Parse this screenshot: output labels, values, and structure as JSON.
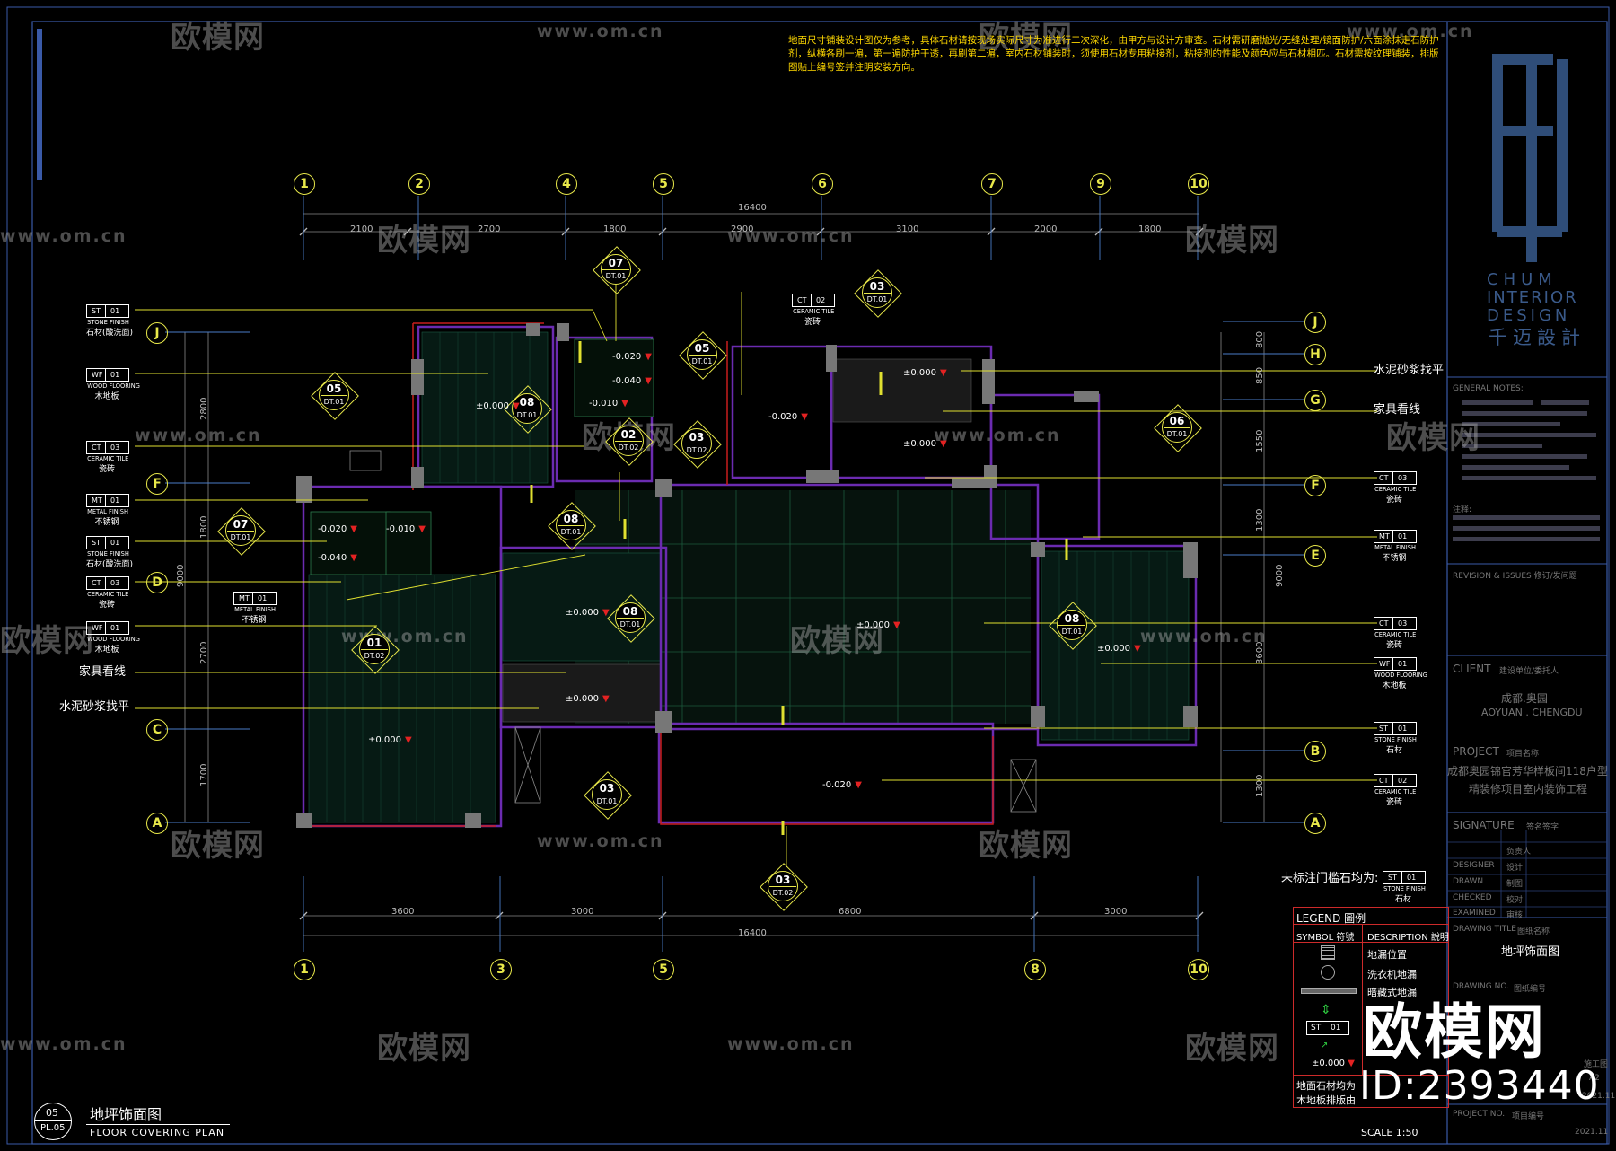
{
  "note": "地面尺寸铺装设计图仅为参考，具体石材请按现场实际尺寸为准进行二次深化，由甲方与设计方审查。石材需研磨抛光/无缝处理/镜面防护/六面涂抹走石防护剂，纵横各刷一遍，第一遍防护干透，再刷第二遍，室内石材铺装时，须使用石材专用粘接剂，粘接剂的性能及颜色应与石材相匹。石材需按纹理铺装，排版图贴上编号签并注明安装方向。",
  "watermark": {
    "logo": "欧模网",
    "url": "www.om.cn",
    "id": "ID:2393440"
  },
  "grid": {
    "top": [
      "1",
      "2",
      "4",
      "5",
      "6",
      "7",
      "9",
      "10"
    ],
    "bottom": [
      "1",
      "3",
      "5",
      "8",
      "10"
    ],
    "left": [
      "J",
      "F",
      "D",
      "C",
      "A"
    ],
    "right": [
      "J",
      "H",
      "G",
      "F",
      "E",
      "B",
      "A"
    ]
  },
  "dims": {
    "top_total": "16400",
    "top": [
      "2100",
      "2700",
      "1800",
      "2900",
      "3100",
      "2000",
      "1800"
    ],
    "bottom_total": "16400",
    "bottom": [
      "3600",
      "3000",
      "6800",
      "3000"
    ],
    "left": [
      "2800",
      "1800",
      "9000",
      "2700",
      "1700"
    ],
    "right": [
      "800",
      "850",
      "1550",
      "1300",
      "9000",
      "3600",
      "1300"
    ]
  },
  "left_tags": [
    {
      "code": "ST",
      "num": "01",
      "en": "STONE FINISH",
      "cn": "石材(酸洗面)"
    },
    {
      "code": "WF",
      "num": "01",
      "en": "WOOD FLOORING",
      "cn": "木地板"
    },
    {
      "code": "CT",
      "num": "03",
      "en": "CERAMIC TILE",
      "cn": "瓷砖"
    },
    {
      "code": "MT",
      "num": "01",
      "en": "METAL FINISH",
      "cn": "不锈钢"
    },
    {
      "code": "ST",
      "num": "01",
      "en": "STONE FINISH",
      "cn": "石材(酸洗面)"
    },
    {
      "code": "CT",
      "num": "03",
      "en": "CERAMIC TILE",
      "cn": "瓷砖"
    },
    {
      "code": "WF",
      "num": "01",
      "en": "WOOD FLOORING",
      "cn": "木地板"
    }
  ],
  "left_text": [
    "家具看线",
    "水泥砂浆找平"
  ],
  "right_text": [
    "水泥砂浆找平",
    "家具看线"
  ],
  "right_tags": [
    {
      "code": "CT",
      "num": "03",
      "en": "CERAMIC TILE",
      "cn": "瓷砖"
    },
    {
      "code": "MT",
      "num": "01",
      "en": "METAL FINISH",
      "cn": "不锈钢"
    },
    {
      "code": "CT",
      "num": "03",
      "en": "CERAMIC TILE",
      "cn": "瓷砖"
    },
    {
      "code": "WF",
      "num": "01",
      "en": "WOOD FLOORING",
      "cn": "木地板"
    },
    {
      "code": "ST",
      "num": "01",
      "en": "STONE FINISH",
      "cn": "石材"
    },
    {
      "code": "CT",
      "num": "02",
      "en": "CERAMIC TILE",
      "cn": "瓷砖"
    }
  ],
  "plan_tags": [
    {
      "code": "CT",
      "num": "02",
      "en": "CERAMIC TILE",
      "cn": "瓷砖"
    },
    {
      "code": "MT",
      "num": "01",
      "en": "METAL FINISH",
      "cn": "不锈钢"
    }
  ],
  "markers": [
    {
      "num": "07",
      "sub": "DT.01"
    },
    {
      "num": "03",
      "sub": "DT.01"
    },
    {
      "num": "05",
      "sub": "DT.01"
    },
    {
      "num": "05",
      "sub": "DT.01"
    },
    {
      "num": "08",
      "sub": "DT.01"
    },
    {
      "num": "02",
      "sub": "DT.02"
    },
    {
      "num": "03",
      "sub": "DT.02"
    },
    {
      "num": "06",
      "sub": "DT.01"
    },
    {
      "num": "07",
      "sub": "DT.01"
    },
    {
      "num": "08",
      "sub": "DT.01"
    },
    {
      "num": "01",
      "sub": "DT.02"
    },
    {
      "num": "08",
      "sub": "DT.01"
    },
    {
      "num": "08",
      "sub": "DT.01"
    },
    {
      "num": "03",
      "sub": "DT.01"
    },
    {
      "num": "03",
      "sub": "DT.02"
    }
  ],
  "levels": [
    "-0.020",
    "-0.040",
    "-0.010",
    "±0.000",
    "-0.020",
    "±0.000",
    "±0.000",
    "-0.020",
    "-0.040",
    "-0.010",
    "±0.000",
    "±0.000",
    "±0.000",
    "±0.000",
    "±0.000",
    "-0.020"
  ],
  "threshold_note": {
    "text": "未标注门槛石均为:",
    "code": "ST",
    "num": "01",
    "en": "STONE FINISH",
    "cn": "石材"
  },
  "legend": {
    "title": "LEGEND 圖例",
    "col1": "SYMBOL 符號",
    "col2": "DESCRIPTION 說明",
    "rows": [
      "地漏位置",
      "洗衣机地漏",
      "暗藏式地漏"
    ],
    "sample_tag": {
      "code": "ST",
      "num": "01"
    },
    "sample_level": "±0.000",
    "foot1": "地面石材均为",
    "foot2": "木地板排版由"
  },
  "title_block": {
    "brand_en": [
      "CHUM",
      "INTERIOR",
      "DESIGN"
    ],
    "brand_cn": "千迈設計",
    "general_notes": "GENERAL NOTES:",
    "notes_cn": "注释:",
    "revision": "REVISION & ISSUES 修订/发问题",
    "client_label": "CLIENT",
    "client_sub": "建设单位/委托人",
    "client_cn": "成都.奥园",
    "client_en": "AOYUAN . CHENGDU",
    "project_label": "PROJECT",
    "project_sub": "项目名称",
    "project_line1": "成都奥园锦官芳华样板间118户型",
    "project_line2": "精装修项目室内装饰工程",
    "signature_label": "SIGNATURE",
    "signature_sub": "签名签字",
    "sign_rows": [
      {
        "en": "",
        "cn": "负责人"
      },
      {
        "en": "DESIGNER",
        "cn": "设计"
      },
      {
        "en": "DRAWN",
        "cn": "制图"
      },
      {
        "en": "CHECKED",
        "cn": "校对"
      },
      {
        "en": "EXAMINED",
        "cn": "审核"
      }
    ],
    "drawing_title_label": "DRAWING TITLE",
    "drawing_title_sub": "图纸名称",
    "drawing_title": "地坪饰面图",
    "drawing_no_label": "DRAWING NO.",
    "drawing_no_sub": "图纸编号",
    "stage": "施工图",
    "rev": "A2",
    "date": "2021.11",
    "project_no_label": "PROJECT NO.",
    "project_no_sub": "项目编号"
  },
  "sheet": {
    "index_num": "05",
    "index_sub": "PL.05",
    "title_cn": "地坪饰面图",
    "title_en": "FLOOR  COVERING  PLAN",
    "scale": "SCALE  1:50"
  }
}
